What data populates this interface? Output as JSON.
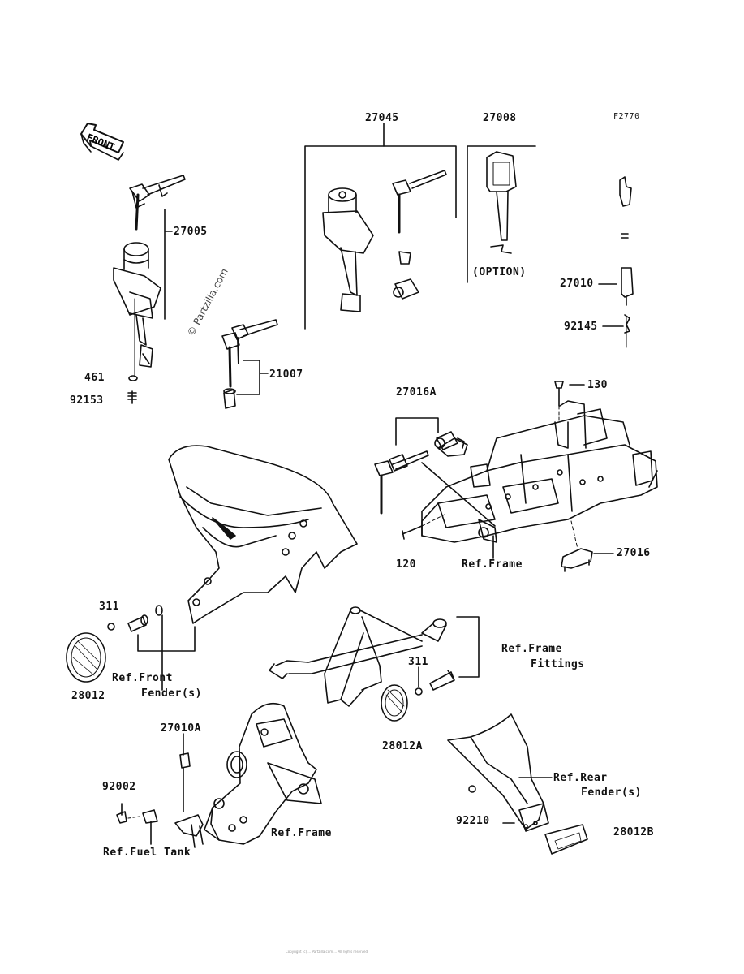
{
  "diagram": {
    "figure_code": "F2770",
    "front_label": "FRONT",
    "watermark": "© Partzilla.com",
    "part_labels": [
      {
        "id": "27045",
        "text": "27045"
      },
      {
        "id": "27008",
        "text": "27008"
      },
      {
        "id": "27005",
        "text": "27005"
      },
      {
        "id": "option",
        "text": "(OPTION)"
      },
      {
        "id": "27010",
        "text": "27010"
      },
      {
        "id": "92145",
        "text": "92145"
      },
      {
        "id": "461",
        "text": "461"
      },
      {
        "id": "21007",
        "text": "21007"
      },
      {
        "id": "92153",
        "text": "92153"
      },
      {
        "id": "27016a",
        "text": "27016A"
      },
      {
        "id": "130",
        "text": "130"
      },
      {
        "id": "27016",
        "text": "27016"
      },
      {
        "id": "120",
        "text": "120"
      },
      {
        "id": "ref-frame-1",
        "text": "Ref.Frame"
      },
      {
        "id": "311a",
        "text": "311"
      },
      {
        "id": "ref-front-fender-1",
        "text": "Ref.Front"
      },
      {
        "id": "ref-front-fender-2",
        "text": "Fender(s)"
      },
      {
        "id": "28012",
        "text": "28012"
      },
      {
        "id": "ref-frame-fittings-1",
        "text": "Ref.Frame"
      },
      {
        "id": "ref-frame-fittings-2",
        "text": "Fittings"
      },
      {
        "id": "311b",
        "text": "311"
      },
      {
        "id": "28012a",
        "text": "28012A"
      },
      {
        "id": "27010a",
        "text": "27010A"
      },
      {
        "id": "92002",
        "text": "92002"
      },
      {
        "id": "ref-frame-2",
        "text": "Ref.Frame"
      },
      {
        "id": "ref-fuel-tank",
        "text": "Ref.Fuel Tank"
      },
      {
        "id": "ref-rear-fender-1",
        "text": "Ref.Rear"
      },
      {
        "id": "ref-rear-fender-2",
        "text": "Fender(s)"
      },
      {
        "id": "92210",
        "text": "92210"
      },
      {
        "id": "28012b",
        "text": "28012B"
      }
    ],
    "footer_text": "Copyright (c) ... Partzilla.com ... All rights reserved."
  }
}
